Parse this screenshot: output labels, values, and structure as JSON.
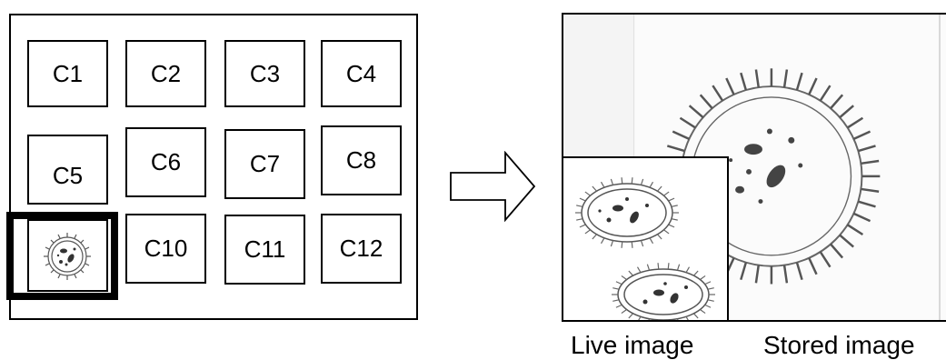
{
  "grid": {
    "cells": [
      "C1",
      "C2",
      "C3",
      "C4",
      "C5",
      "C6",
      "C7",
      "C8",
      "",
      "C10",
      "C11",
      "C12"
    ]
  },
  "captions": {
    "live": "Live image",
    "stored": "Stored image"
  },
  "icons": {
    "thumbnail": "microbe-thumbnail-icon",
    "arrow": "right-arrow-icon"
  },
  "colors": {
    "stroke": "#000000",
    "panel_fill": "#ffffff"
  }
}
